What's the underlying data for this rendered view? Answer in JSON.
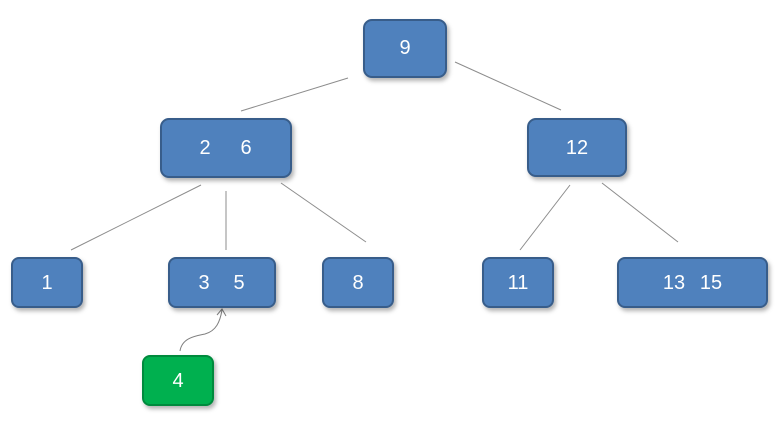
{
  "colors": {
    "node_fill": "#4f81bd",
    "node_border": "#385d8a",
    "new_node_fill": "#00b050",
    "new_node_border": "#008a3e",
    "text": "#ffffff"
  },
  "tree": {
    "root": {
      "keys": [
        "9"
      ]
    },
    "level1": [
      {
        "keys": [
          "2",
          "6"
        ]
      },
      {
        "keys": [
          "12"
        ]
      }
    ],
    "level2": [
      {
        "keys": [
          "1"
        ]
      },
      {
        "keys": [
          "3",
          "5"
        ]
      },
      {
        "keys": [
          "8"
        ]
      },
      {
        "keys": [
          "11"
        ]
      },
      {
        "keys": [
          "13",
          "15"
        ]
      }
    ]
  },
  "new_key": {
    "keys": [
      "4"
    ]
  }
}
